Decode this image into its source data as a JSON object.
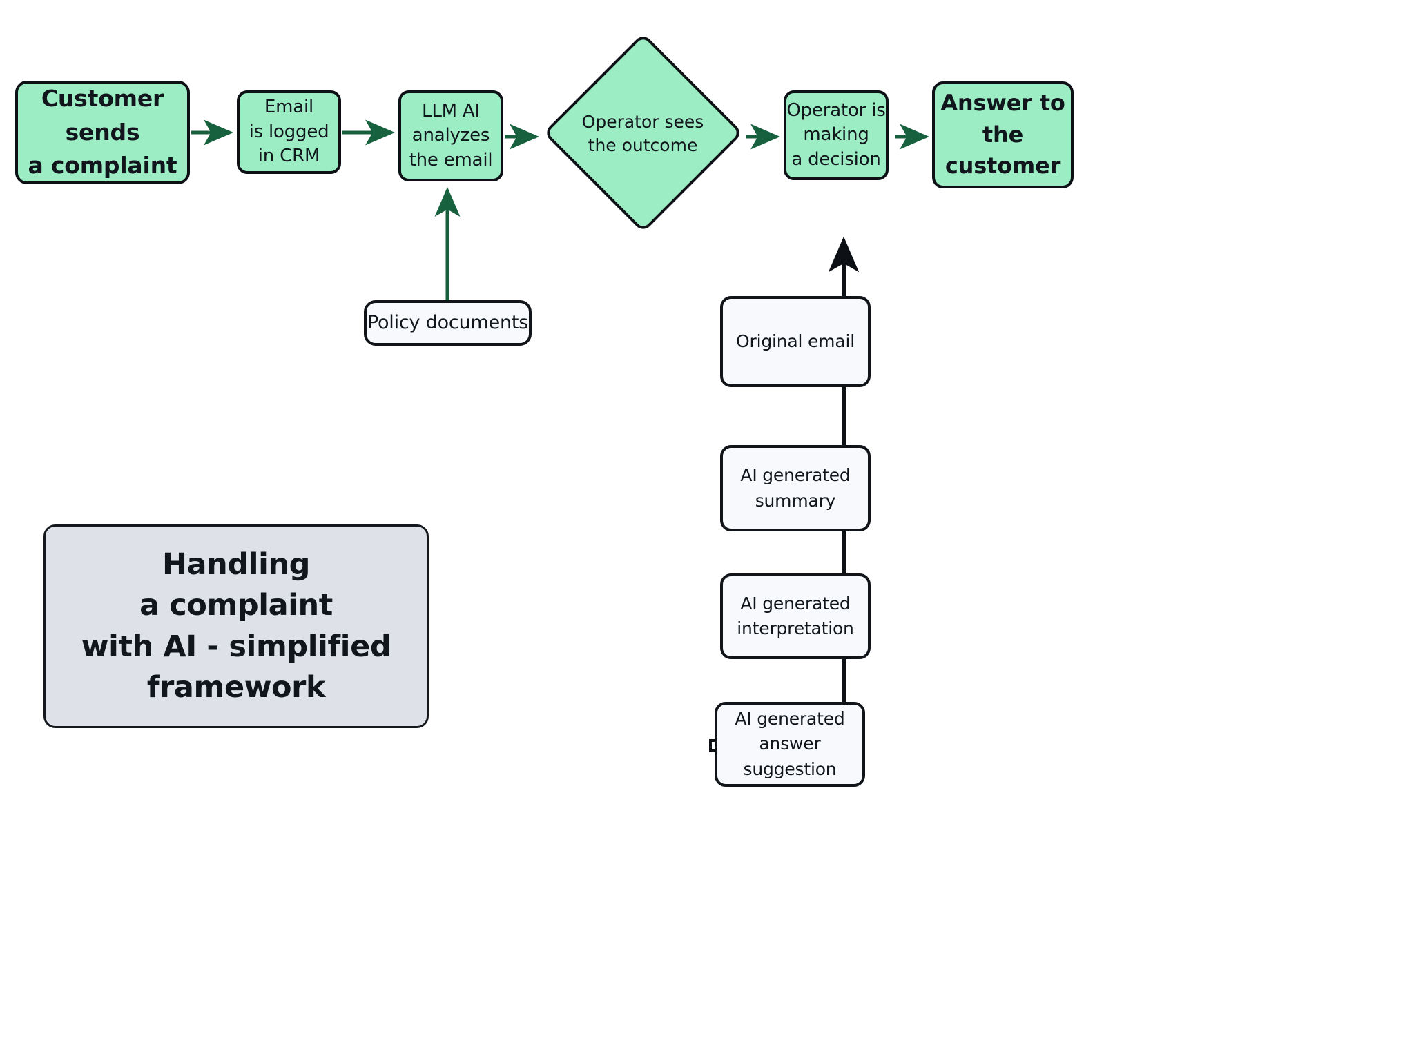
{
  "diagram": {
    "title_card": {
      "text": "Handling\na complaint\nwith AI - simplified\nframework",
      "fill": "#DEE1E7"
    },
    "colors": {
      "process_fill": "#9CEDC3",
      "document_fill": "#F7F9FC",
      "title_fill": "#DEE1E7",
      "stroke": "#0D1116",
      "flow_arrow": "#17613E",
      "detail_connector": "#0D1116",
      "canvas_background": "#FFFFFF"
    },
    "nodes": {
      "customer": {
        "label": "Customer sends\na complaint",
        "shape": "rounded-rect",
        "fill": "#9CEDC3"
      },
      "crm": {
        "label": "Email\nis logged\nin CRM",
        "shape": "rounded-rect",
        "fill": "#9CEDC3"
      },
      "llm": {
        "label": "LLM AI\nanalyzes\nthe email",
        "shape": "rounded-rect",
        "fill": "#9CEDC3"
      },
      "diamond": {
        "label": "Operator sees\nthe outcome",
        "shape": "diamond",
        "fill": "#9CEDC3"
      },
      "operator_decision": {
        "label": "Operator is\nmaking\na decision",
        "shape": "rounded-rect",
        "fill": "#9CEDC3"
      },
      "answer": {
        "label": "Answer to\nthe customer",
        "shape": "rounded-rect",
        "fill": "#9CEDC3"
      },
      "policy": {
        "label": "Policy documents",
        "shape": "rounded-rect",
        "fill": "#F7F9FC"
      },
      "original_email": {
        "label": "Original email",
        "shape": "rounded-rect",
        "fill": "#F7F9FC"
      },
      "ai_summary": {
        "label": "AI generated\nsummary",
        "shape": "rounded-rect",
        "fill": "#F7F9FC"
      },
      "ai_interpretation": {
        "label": "AI generated\ninterpretation",
        "shape": "rounded-rect",
        "fill": "#F7F9FC"
      },
      "ai_answer_suggestion": {
        "label": "AI generated\nanswer\nsuggestion",
        "shape": "rounded-rect",
        "fill": "#F7F9FC"
      }
    },
    "edges": [
      {
        "from": "customer",
        "to": "crm",
        "style": "arrow",
        "color": "#17613E"
      },
      {
        "from": "crm",
        "to": "llm",
        "style": "arrow",
        "color": "#17613E"
      },
      {
        "from": "llm",
        "to": "diamond",
        "style": "arrow",
        "color": "#17613E"
      },
      {
        "from": "policy",
        "to": "llm",
        "style": "arrow",
        "color": "#17613E"
      },
      {
        "from": "diamond",
        "to": "operator_decision",
        "style": "arrow",
        "color": "#17613E"
      },
      {
        "from": "operator_decision",
        "to": "answer",
        "style": "arrow",
        "color": "#17613E"
      },
      {
        "from": "original_email",
        "to": "diamond",
        "style": "tree-branch",
        "color": "#0D1116"
      },
      {
        "from": "ai_summary",
        "to": "diamond",
        "style": "tree-branch",
        "color": "#0D1116"
      },
      {
        "from": "ai_interpretation",
        "to": "diamond",
        "style": "tree-branch",
        "color": "#0D1116"
      },
      {
        "from": "ai_answer_suggestion",
        "to": "diamond",
        "style": "tree-branch-square-endpoint",
        "color": "#0D1116"
      }
    ]
  }
}
